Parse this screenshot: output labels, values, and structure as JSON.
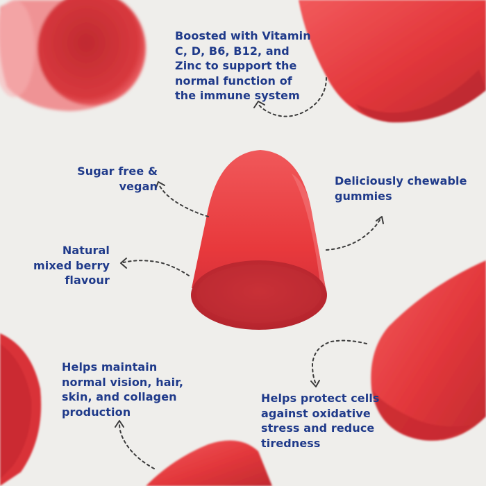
{
  "background_color": "#efeeeb",
  "text_color": "#1f3a8a",
  "gummy_color": "#e8353a",
  "arrow_color": "#3a3a3a",
  "labels": {
    "immune": "Boosted with Vitamin C, D, B6, B12, and Zinc to support the normal function of the immune system",
    "sugar": "Sugar free & vegan",
    "chewable": "Deliciously chewable gummies",
    "berry": "Natural mixed berry flavour",
    "vision": "Helps maintain normal vision, hair, skin, and collagen production",
    "cells": "Helps protect cells against oxidative stress and reduce tiredness"
  }
}
